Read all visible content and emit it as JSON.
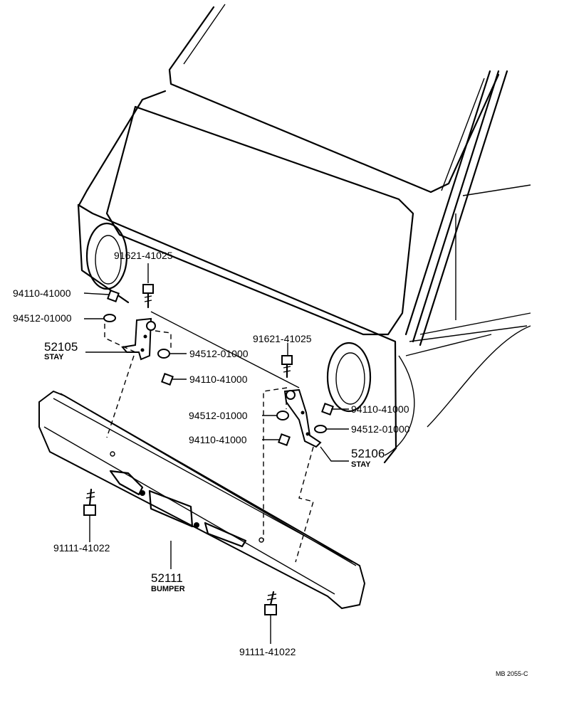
{
  "callouts": {
    "bolt_left": "91621-41025",
    "nut_left": "94110-41000",
    "washer_left": "94512-01000",
    "stay_left_num": "52105",
    "stay_left_name": "STAY",
    "washer_center": "94512-01000",
    "nut_center": "94110-41000",
    "bolt_right": "91621-41025",
    "nut_right": "94110-41000",
    "washer_right_a": "94512-01000",
    "washer_right_b": "94512-01000",
    "nut_right_b": "94110-41000",
    "stay_right_num": "52106",
    "stay_right_name": "STAY",
    "bolt_bottom_left": "91111-41022",
    "bumper_num": "52111",
    "bumper_name": "BUMPER",
    "bolt_bottom_right": "91111-41022"
  },
  "footer": {
    "code": "MB  2055-C"
  }
}
